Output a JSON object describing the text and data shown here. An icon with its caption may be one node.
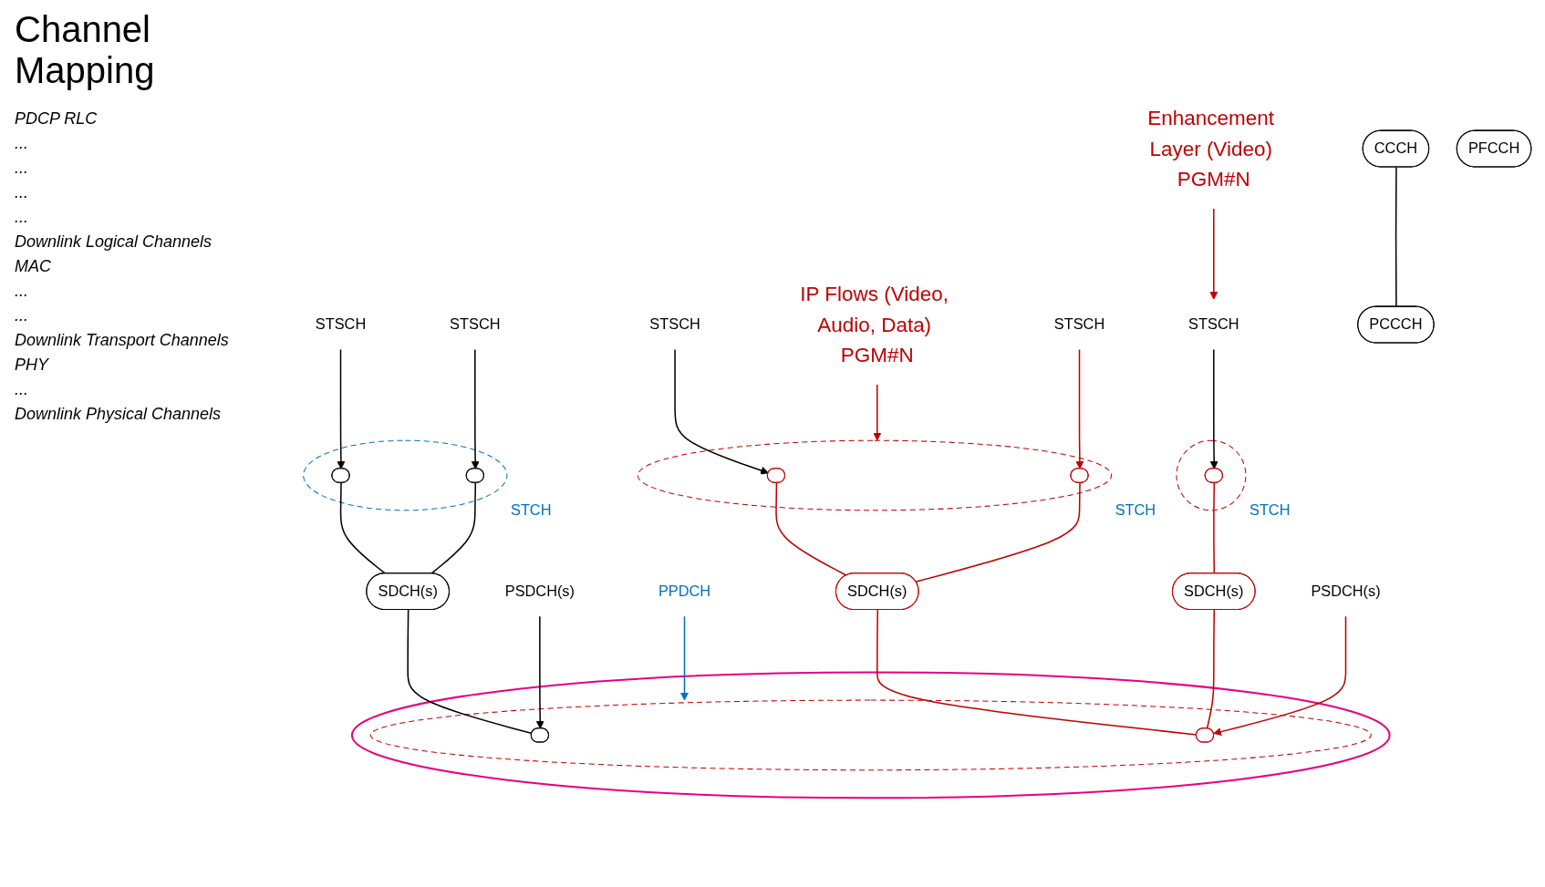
{
  "diagram": {
    "title": "Channel Mapping",
    "nodes": [
      {
        "text": [
          "IP Flows (Video, Audio, Data) PGM#N"
        ]
      },
      {
        "text": [
          "Enhancement Layer (Video) PGM#N"
        ]
      },
      {
        "text": [
          "STCH"
        ]
      },
      {
        "text": [],
        "shape": "ellipse",
        "in": 2
      },
      {
        "text": [],
        "shape": "ellipse",
        "in": 2
      },
      {
        "text": [
          "STCH"
        ]
      },
      {
        "text": [],
        "shape": "ellipse",
        "in": 5
      },
      {
        "text": [],
        "shape": "ellipse",
        "in": 5
      },
      {
        "text": [
          "STCH"
        ]
      },
      {
        "text": [],
        "shape": "ellipse",
        "in": 8
      },
      {
        "text": [
          "STSCH"
        ]
      },
      {
        "text": [
          "STSCH"
        ]
      },
      {
        "text": [
          "STSCH"
        ]
      },
      {
        "text": [
          "STSCH"
        ]
      },
      {
        "text": [
          "STSCH"
        ]
      },
      {
        "text": [
          "CCCH"
        ]
      },
      {
        "text": [
          "SDCH(s)"
        ]
      },
      {
        "text": [
          "SDCH(s)"
        ]
      },
      {
        "text": [
          "SDCH(s)"
        ]
      },
      {
        "text": [
          "PFCCH"
        ]
      },
      {
        "text": [
          "PCCCH"
        ]
      },
      {
        "text": [],
        "shape": "ellipse"
      },
      {
        "text": [],
        "shape": "ellipse",
        "in": 21
      },
      {
        "text": [],
        "shape": "ellipse",
        "in": 22
      },
      {
        "text": [],
        "shape": "ellipse",
        "in": 22
      },
      {
        "text": [
          "PPDCH"
        ]
      },
      {
        "text": [
          "PSDCH(s)"
        ]
      },
      {
        "text": [
          "PSDCH(s)"
        ]
      }
    ],
    "edges": [
      {
        "from": 0,
        "to": 5,
        "arrow": "to",
        "color": "#c00000"
      },
      {
        "from": 1,
        "to": 14,
        "arrow": "to",
        "color": "#c00000"
      },
      {
        "from": 10,
        "to": 3,
        "arrow": "to",
        "color": "#000000"
      },
      {
        "from": 11,
        "to": 4,
        "arrow": "to",
        "color": "#000000"
      },
      {
        "from": 12,
        "to": 6,
        "arrow": "to",
        "color": "#000000"
      },
      {
        "from": 13,
        "to": 7,
        "arrow": "to",
        "color": "#c00000"
      },
      {
        "from": 14,
        "to": 9,
        "arrow": "to",
        "color": "#000000"
      },
      {
        "from": 3,
        "to": 16,
        "arrow": "none",
        "color": "#000000"
      },
      {
        "from": 4,
        "to": 16,
        "arrow": "none",
        "color": "#000000"
      },
      {
        "from": 6,
        "to": 17,
        "arrow": "none",
        "color": "#c00000"
      },
      {
        "from": 7,
        "to": 17,
        "arrow": "none",
        "color": "#c00000"
      },
      {
        "from": 9,
        "to": 18,
        "arrow": "none",
        "color": "#c00000"
      },
      {
        "from": 15,
        "to": 20,
        "arrow": "none",
        "color": "#000000"
      },
      {
        "from": 16,
        "to": 23,
        "arrow": "none",
        "color": "#000000"
      },
      {
        "from": 17,
        "to": 24,
        "arrow": "none",
        "color": "#c00000"
      },
      {
        "from": 18,
        "to": 24,
        "arrow": "none",
        "color": "#c00000"
      },
      {
        "from": 25,
        "to": 22,
        "arrow": "to",
        "color": "#0070c0"
      },
      {
        "from": 26,
        "to": 23,
        "arrow": "to",
        "color": "#000000"
      },
      {
        "from": 27,
        "to": 24,
        "arrow": "to",
        "color": "#c00000"
      }
    ],
    "labels": [
      "PDCP RLC",
      "...",
      "...",
      "...",
      "...",
      "Downlink Logical Channels",
      "MAC",
      "...",
      "...",
      "Downlink Transport Channels",
      "PHY",
      "...",
      "Downlink Physical Channels"
    ]
  }
}
